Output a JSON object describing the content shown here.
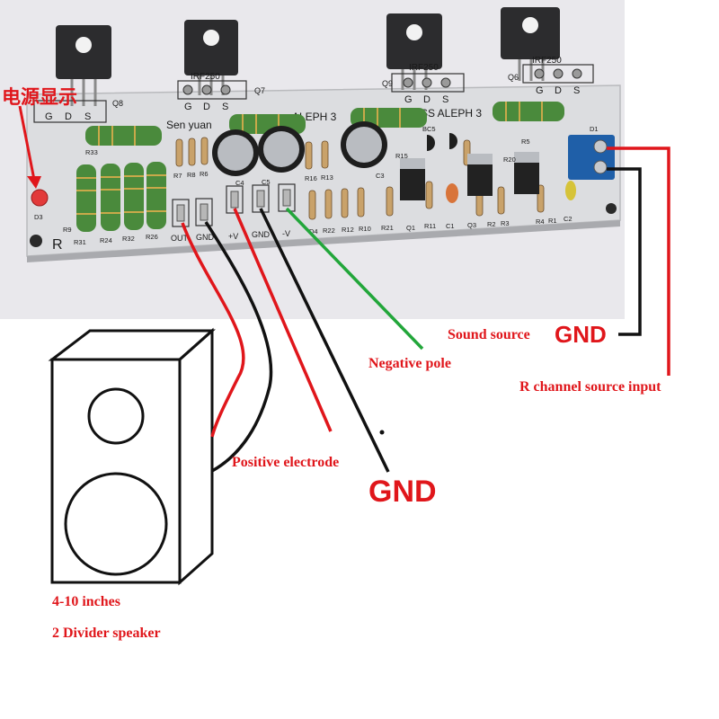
{
  "annotations": {
    "power_indicator": "电源显示",
    "sound_source": "Sound source",
    "gnd_small": "GND",
    "r_channel_input": "R channel source input",
    "negative_pole": "Negative pole",
    "positive_electrode": "Positive electrode",
    "gnd_large": "GND",
    "speaker_size": "4-10 inches",
    "speaker_type": "2 Divider speaker"
  },
  "board": {
    "mosfet_part": "IRF250",
    "gds": [
      "G",
      "D",
      "S"
    ],
    "q8": "Q8",
    "q7": "Q7",
    "q9": "Q9",
    "q6": "Q6",
    "silk_left": "Sen yuan",
    "silk_mid": "ALEPH 3",
    "silk_right": "SS ALEPH 3",
    "channel_letter": "R",
    "terminals": [
      "OUT",
      "GND",
      "+V",
      "GND",
      "-V"
    ],
    "resistor_labels": [
      "R33",
      "R9",
      "R31",
      "R24",
      "R32",
      "R26",
      "R7",
      "R8",
      "R6",
      "R16",
      "R13",
      "R22",
      "R12",
      "R10",
      "R21",
      "R11",
      "R2",
      "R3",
      "R4",
      "R1",
      "R20",
      "R15",
      "R5"
    ],
    "cap_labels": [
      "C4",
      "C5",
      "C3",
      "C1",
      "C2"
    ],
    "misc_labels": [
      "D3",
      "D4",
      "Q1",
      "Q3",
      "D1",
      "BC5"
    ]
  },
  "colors": {
    "wire_red": "#e0161b",
    "wire_black": "#111111",
    "wire_green": "#22a63a",
    "board_bg": "#dcdde0",
    "resistor_green": "#4a8a3c",
    "terminal_blue": "#1f5fa8"
  }
}
